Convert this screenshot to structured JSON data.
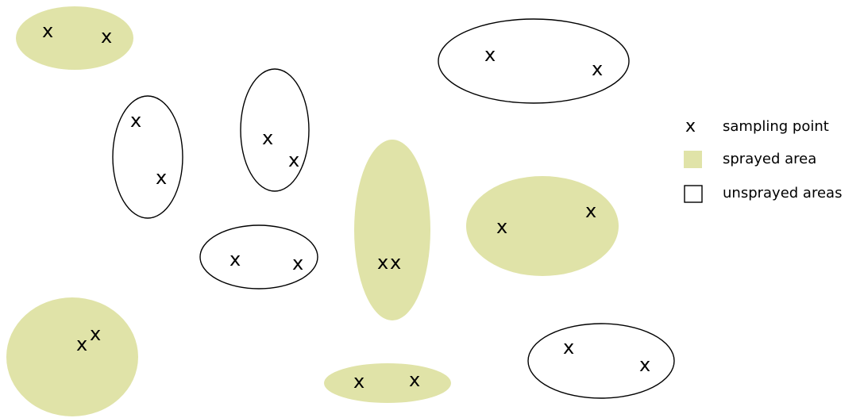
{
  "diagram": {
    "point_marker": "x",
    "colors": {
      "sprayed_fill": "#e0e3a8",
      "unsprayed_fill": "#ffffff",
      "outline": "#000000"
    },
    "legend": {
      "items": [
        {
          "symbol": "x",
          "label": "sampling point"
        },
        {
          "symbol": "filled-swatch",
          "label": "sprayed area"
        },
        {
          "symbol": "outlined-box",
          "label": "unsprayed areas"
        }
      ]
    }
  }
}
